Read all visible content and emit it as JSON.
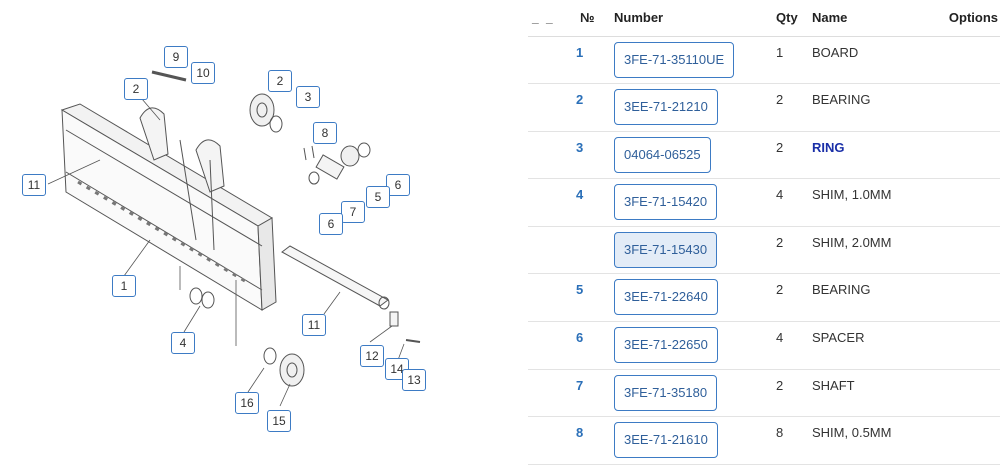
{
  "diagram": {
    "callouts": [
      {
        "id": "9",
        "label": "9"
      },
      {
        "id": "10",
        "label": "10"
      },
      {
        "id": "2a",
        "label": "2"
      },
      {
        "id": "2b",
        "label": "2"
      },
      {
        "id": "3",
        "label": "3"
      },
      {
        "id": "8",
        "label": "8"
      },
      {
        "id": "11a",
        "label": "11"
      },
      {
        "id": "6a",
        "label": "6"
      },
      {
        "id": "5",
        "label": "5"
      },
      {
        "id": "7",
        "label": "7"
      },
      {
        "id": "6b",
        "label": "6"
      },
      {
        "id": "1",
        "label": "1"
      },
      {
        "id": "11b",
        "label": "11"
      },
      {
        "id": "4",
        "label": "4"
      },
      {
        "id": "12",
        "label": "12"
      },
      {
        "id": "14",
        "label": "14"
      },
      {
        "id": "13",
        "label": "13"
      },
      {
        "id": "16",
        "label": "16"
      },
      {
        "id": "15",
        "label": "15"
      }
    ]
  },
  "table": {
    "select_marks": "_ _",
    "headers": {
      "no": "№",
      "number": "Number",
      "qty": "Qty",
      "name": "Name",
      "options": "Options"
    },
    "rows": [
      {
        "no": "1",
        "number": "3FE-71-35110UE",
        "qty": "1",
        "name": "BOARD"
      },
      {
        "no": "2",
        "number": "3EE-71-21210",
        "qty": "2",
        "name": "BEARING"
      },
      {
        "no": "3",
        "number": "04064-06525",
        "qty": "2",
        "name": "RING",
        "name_link": true
      },
      {
        "no": "4",
        "number": "3FE-71-15420",
        "qty": "4",
        "name": "SHIM, 1.0MM"
      },
      {
        "no": "",
        "number": "3FE-71-15430",
        "qty": "2",
        "name": "SHIM, 2.0MM",
        "active": true
      },
      {
        "no": "5",
        "number": "3EE-71-22640",
        "qty": "2",
        "name": "BEARING"
      },
      {
        "no": "6",
        "number": "3EE-71-22650",
        "qty": "4",
        "name": "SPACER"
      },
      {
        "no": "7",
        "number": "3FE-71-35180",
        "qty": "2",
        "name": "SHAFT"
      },
      {
        "no": "8",
        "number": "3EE-71-21610",
        "qty": "8",
        "name": "SHIM, 0.5MM"
      }
    ]
  }
}
